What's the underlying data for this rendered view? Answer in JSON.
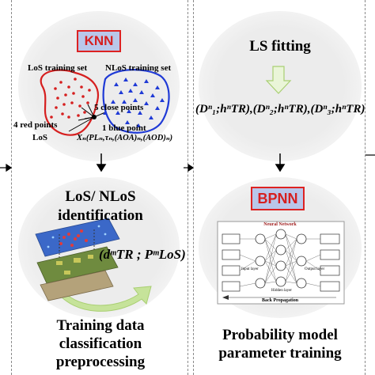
{
  "left": {
    "knn_label": "KNN",
    "los_training_set": "LoS training set",
    "nlos_training_set": "NLoS training set",
    "five_close_points": "5 close points",
    "one_blue_point": "1 blue point",
    "four_red_points": "4 red points",
    "los": "LoS",
    "feature_vector": "Xₙ(PLₙ,τₙ,(AOA)ₙ,(AOD)ₙ)",
    "identification_line1": "LoS/ NLoS",
    "identification_line2": "identification",
    "formula": "(dᵐTR ; PᵐLoS)",
    "caption_line1": "Training data",
    "caption_line2": "classification",
    "caption_line3": "preprocessing"
  },
  "right": {
    "ls_fitting": "LS fitting",
    "formula": "(Dⁿ₁;hⁿTR),(Dⁿ₂;hⁿTR),(Dⁿ₃;hⁿTR)",
    "bpnn_label": "BPNN",
    "nn_title": "Neural Network",
    "input_layer": "Input layer",
    "output_layer": "Output layer",
    "hidden_layer": "Hidden layer",
    "back_propagation": "Back Propagation",
    "caption_line1": "Probability model",
    "caption_line2": "parameter training"
  },
  "colors": {
    "accent_red": "#d61f1f",
    "box_fill": "#b9c7ea",
    "blob_gray": "#ececec",
    "arrow_green": "#c6e39a"
  }
}
